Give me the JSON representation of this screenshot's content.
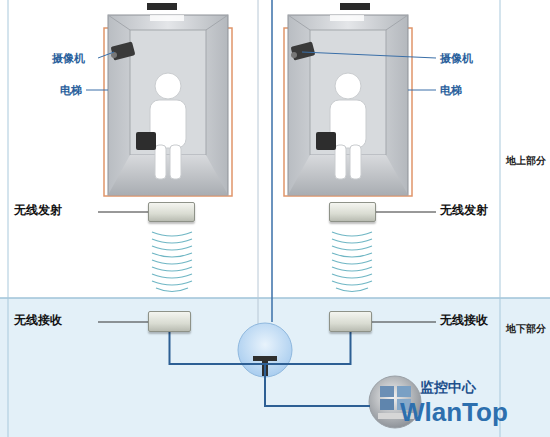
{
  "diagram": {
    "nodes": [
      {
        "text": [
          "无线发射"
        ]
      },
      {
        "text": [
          "无线发射"
        ]
      },
      {
        "text": [
          "无线接收"
        ]
      },
      {
        "text": [
          "无线接收"
        ]
      },
      {
        "text": [
          "监控中心",
          "WlanTop"
        ]
      }
    ],
    "edges": [
      {
        "from": 2,
        "to": 4,
        "arrow": "none"
      },
      {
        "from": 3,
        "to": 4,
        "arrow": "none"
      }
    ],
    "labels": [
      "摄像机",
      "电梯",
      "摄像机",
      "电梯",
      "地上部分",
      "地下部分"
    ]
  }
}
